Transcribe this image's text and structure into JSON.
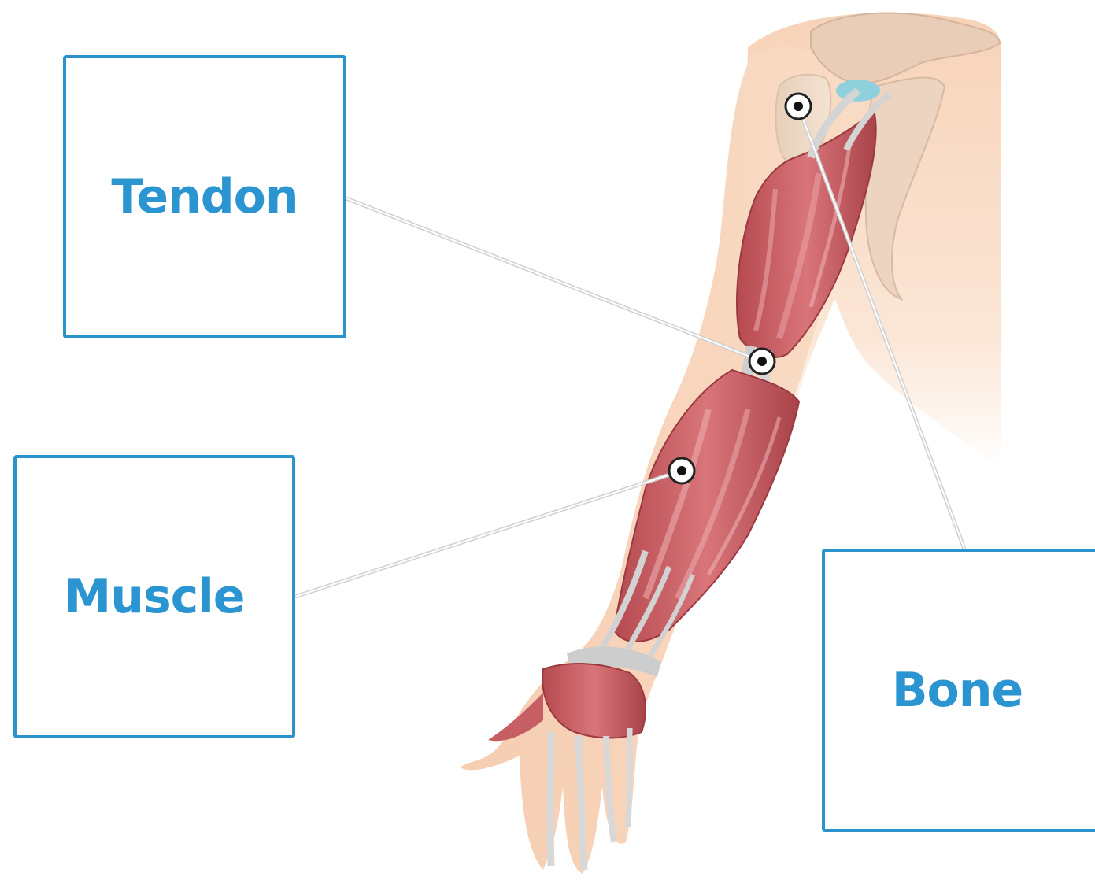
{
  "labels": {
    "tendon": "Tendon",
    "muscle": "Muscle",
    "bone": "Bone"
  },
  "colors": {
    "label_border": "#2a93cc",
    "label_text": "#2a95d0",
    "leader_line": "#d0d0d0",
    "muscle": "#c55a5e",
    "tendon": "#d9d9d9",
    "skin": "#f3c7a6"
  },
  "illustration": "arm-muscle-anatomy"
}
